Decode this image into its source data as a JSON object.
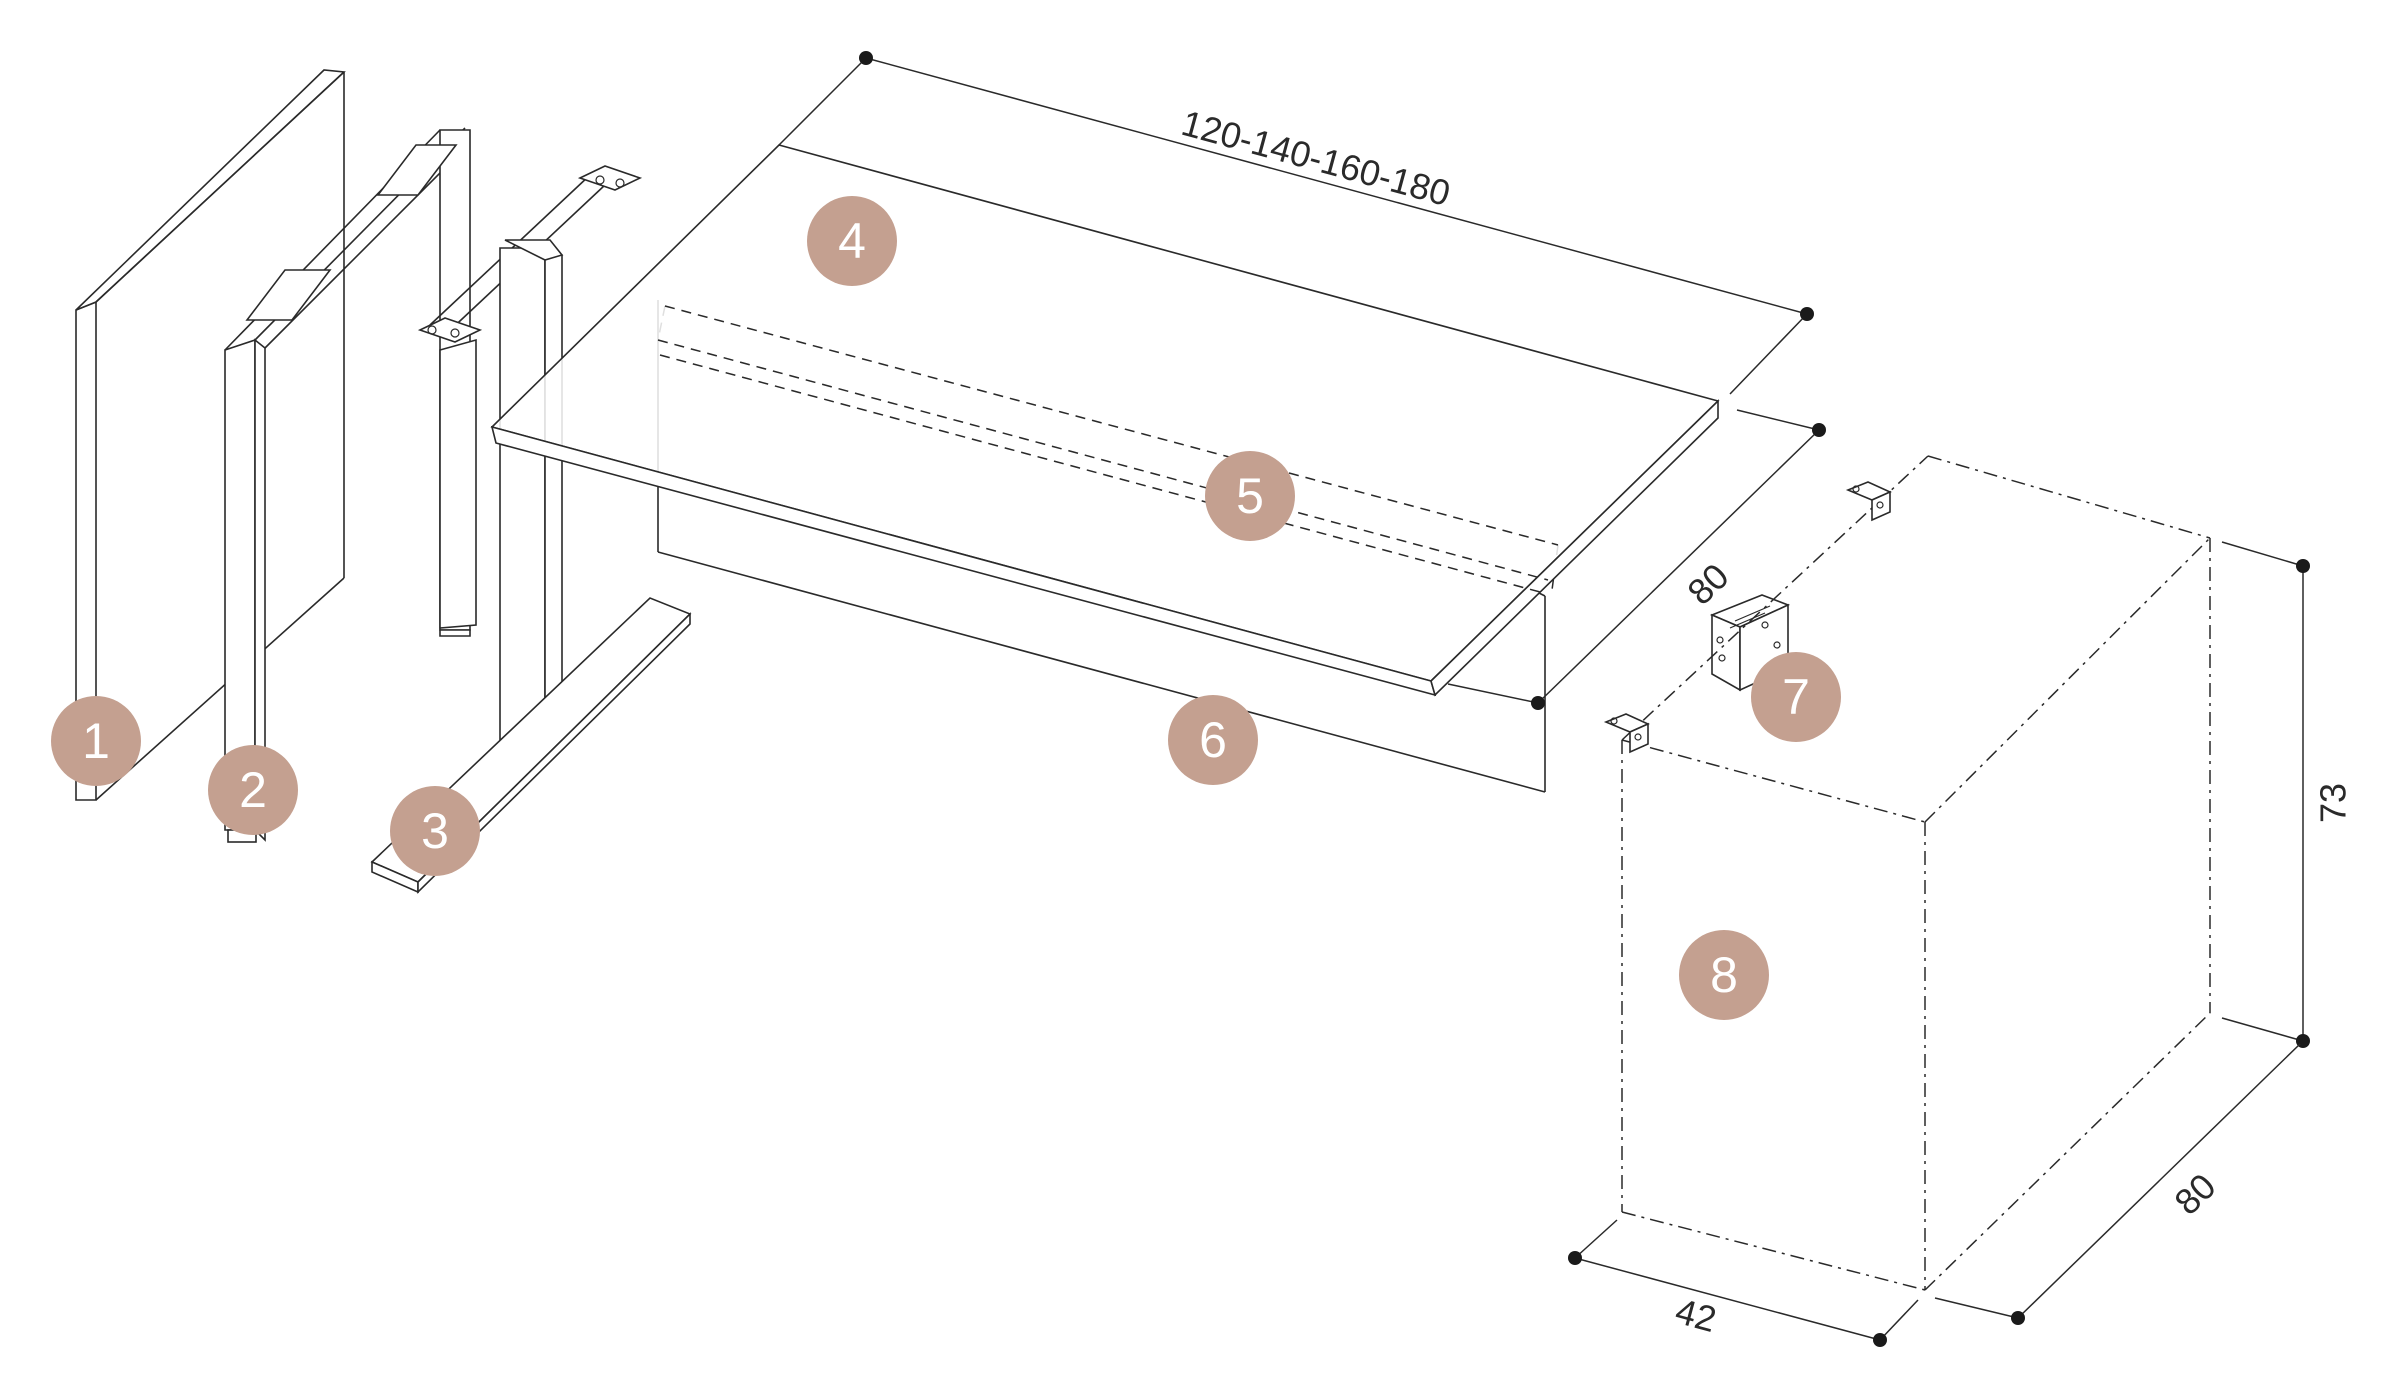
{
  "callouts": {
    "c1": "1",
    "c2": "2",
    "c3": "3",
    "c4": "4",
    "c5": "5",
    "c6": "6",
    "c7": "7",
    "c8": "8"
  },
  "dimensions": {
    "desk_width": "120-140-160-180",
    "desk_depth": "80",
    "cabinet_height": "73",
    "cabinet_depth": "80",
    "cabinet_width": "42"
  },
  "colors": {
    "callout_fill": "#c4a090",
    "callout_text": "#ffffff",
    "line": "#2a2a2a"
  }
}
